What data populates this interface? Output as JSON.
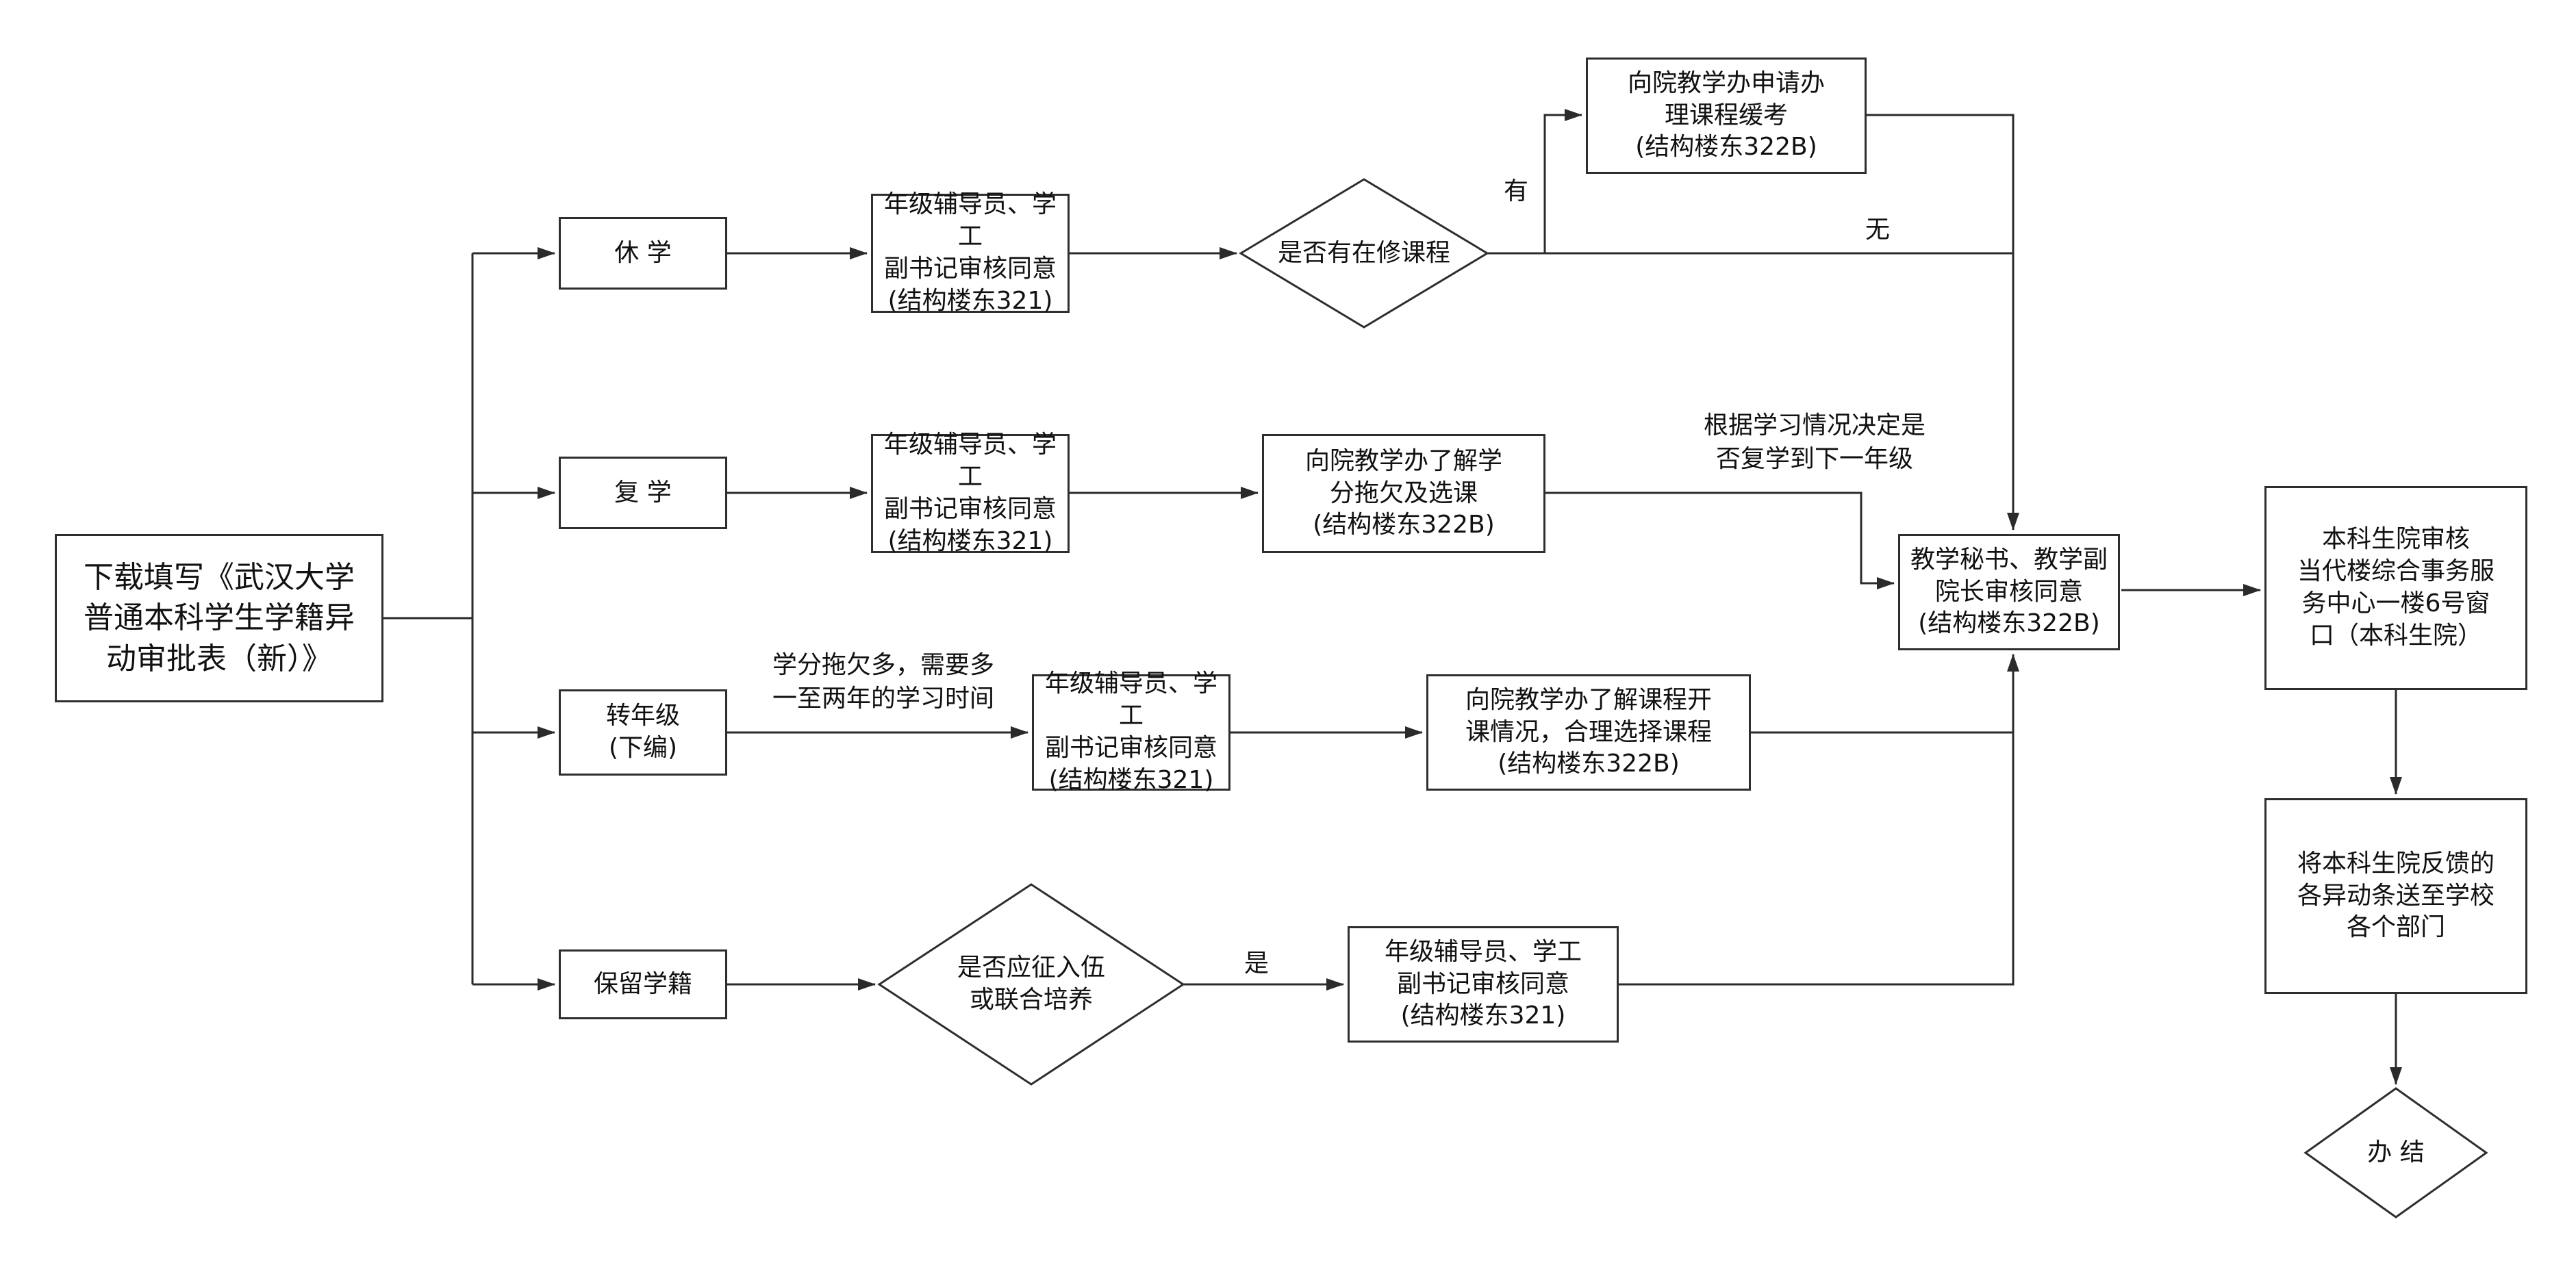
{
  "page": {
    "background": "#ffffff",
    "line_color": "#2b2b2b",
    "text_color": "#111111"
  },
  "nodes": {
    "start": {
      "text": "下载填写《武汉大学\n普通本科学生学籍异\n动审批表（新）》"
    },
    "option_xiuxue": {
      "text": "休 学"
    },
    "option_fuxue": {
      "text": "复 学"
    },
    "option_zhuannianji": {
      "text": "转年级\n(下编)"
    },
    "option_baoliu": {
      "text": "保留学籍"
    },
    "xiuxue_review": {
      "text": "年级辅导员、学工\n副书记审核同意\n(结构楼东321)"
    },
    "fuxue_review": {
      "text": "年级辅导员、学工\n副书记审核同意\n(结构楼东321)"
    },
    "zhuan_review": {
      "text": "年级辅导员、学工\n副书记审核同意\n(结构楼东321)"
    },
    "baoliu_review": {
      "text": "年级辅导员、学工\n副书记审核同意\n(结构楼东321)"
    },
    "decision_courses": {
      "text": "是否有在修课程"
    },
    "decision_army": {
      "text": "是否应征入伍\n或联合培养"
    },
    "decision_done": {
      "text": "办 结"
    },
    "huankao": {
      "text": "向院教学办申请办\n理课程缓考\n(结构楼东322B)"
    },
    "fuxue_jiaowu": {
      "text": "向院教学办了解学\n分拖欠及选课\n(结构楼东322B)"
    },
    "zhuan_jiaowu": {
      "text": "向院教学办了解课程开\n课情况，合理选择课程\n(结构楼东322B)"
    },
    "mishu": {
      "text": "教学秘书、教学副\n院长审核同意\n(结构楼东322B)"
    },
    "benkeyuan": {
      "text": "本科生院审核\n当代楼综合事务服\n务中心一楼6号窗\n口（本科生院）"
    },
    "fankui": {
      "text": "将本科生院反馈的\n各异动条送至学校\n各个部门"
    }
  },
  "edge_labels": {
    "has_course": "有",
    "no_course": "无",
    "yes": "是",
    "fuxue_note": "根据学习情况决定是\n否复学到下一年级",
    "zhuan_note": "学分拖欠多，需要多\n一至两年的学习时间"
  }
}
